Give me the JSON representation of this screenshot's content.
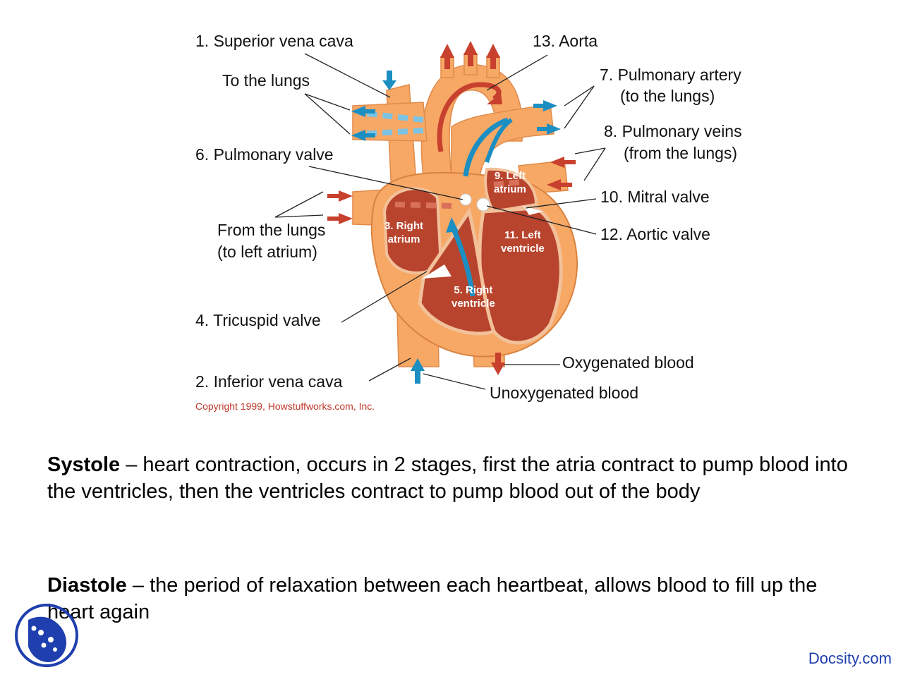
{
  "diagram": {
    "labels": {
      "superior_vena_cava": "1. Superior vena cava",
      "aorta": "13. Aorta",
      "to_lungs": "To the lungs",
      "pulmonary_artery": "7. Pulmonary artery",
      "pulmonary_artery_sub": "(to the lungs)",
      "pulmonary_veins": "8. Pulmonary veins",
      "pulmonary_veins_sub": "(from the lungs)",
      "pulmonary_valve": "6. Pulmonary valve",
      "mitral_valve": "10. Mitral valve",
      "from_lungs": "From the lungs",
      "from_lungs_sub": "(to left atrium)",
      "aortic_valve": "12. Aortic valve",
      "tricuspid_valve": "4. Tricuspid valve",
      "oxygenated_blood": "Oxygenated blood",
      "inferior_vena_cava": "2. Inferior vena cava",
      "unoxygenated_blood": "Unoxygenated blood"
    },
    "inner": {
      "left_atrium_1": "9. Left",
      "left_atrium_2": "atrium",
      "right_atrium_1": "3. Right",
      "right_atrium_2": "atrium",
      "left_ventricle_1": "11. Left",
      "left_ventricle_2": "ventricle",
      "right_ventricle_1": "5. Right",
      "right_ventricle_2": "ventricle"
    },
    "copyright": "Copyright 1999, Howstuffworks.com, Inc.",
    "colors": {
      "vessel": "#f7a865",
      "tissue": "#c0392b",
      "oxygenated": "#c8402e",
      "unoxygenated": "#1b8ec2"
    }
  },
  "text": {
    "systole_term": "Systole",
    "systole_def": " – heart contraction, occurs in 2 stages, first the atria contract to pump blood into the ventricles, then the ventricles contract to pump blood out of the body",
    "diastole_term": "Diastole",
    "diastole_def": " – the period of relaxation between each heartbeat, allows blood to fill up the heart again"
  },
  "branding": {
    "site": "Docsity.com",
    "logo_icon": "docsity-logo-icon"
  }
}
